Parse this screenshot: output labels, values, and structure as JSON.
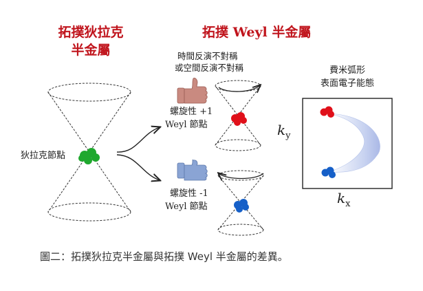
{
  "titles": {
    "dirac_line1": "拓撲狄拉克",
    "dirac_line2": "半金屬",
    "weyl": "拓撲 Weyl 半金屬"
  },
  "labels": {
    "dirac_node": "狄拉克節點",
    "symmetry_line1": "時間反演不對稱",
    "symmetry_line2": "或空間反演不對稱",
    "chirality_plus_line1": "螺旋性 +1",
    "chirality_plus_line2": "Weyl 節點",
    "chirality_minus_line1": "螺旋性 -1",
    "chirality_minus_line2": "Weyl 節點",
    "fermi_arc_line1": "費米弧形",
    "fermi_arc_line2": "表面電子能態",
    "ky": "k",
    "ky_sub": "y",
    "kx": "k",
    "kx_sub": "x"
  },
  "caption": "圖二：拓撲狄拉克半金屬與拓撲 Weyl 半金屬的差異。",
  "colors": {
    "title": "#c0141c",
    "dirac_node": "#1fa82e",
    "weyl_plus": "#e0101a",
    "weyl_minus": "#1660c8",
    "fermi_arc": "#c8d4f0",
    "thumb_up": "#c98a80",
    "thumb_down": "#8aa4d4"
  },
  "icons": {
    "thumb_up": "thumbs-up-icon",
    "thumb_down": "thumbs-down-icon"
  }
}
